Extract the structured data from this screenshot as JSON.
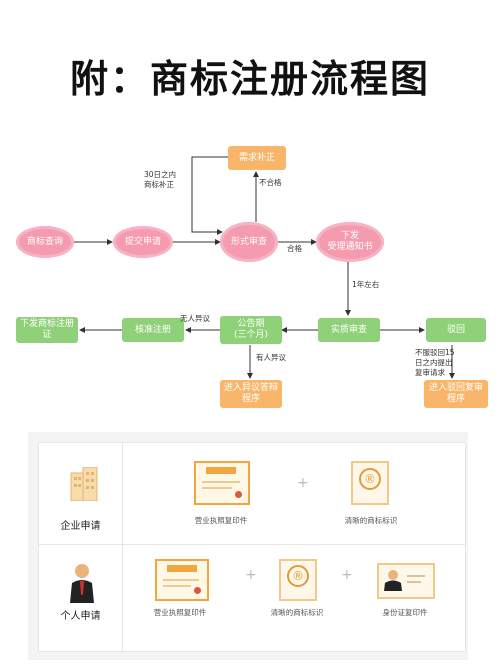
{
  "title": "附：商标注册流程图",
  "flow": {
    "nodes": {
      "search": "商标查询",
      "submit": "提交申请",
      "formal": "形式审查",
      "supplement": "需求补正",
      "notice": "下发\n受理通知书",
      "substantive": "实质审查",
      "publish": "公告期\n(三个月)",
      "approve": "核准注册",
      "certificate": "下发商标注册\n证",
      "reject": "驳回",
      "opposition": "进入异议答辩\n程序",
      "review": "进入驳回复审\n程序"
    },
    "notes": {
      "days30": "30日之内\n商标补正",
      "unqualified": "不合格",
      "qualified": "合格",
      "year": "1年左右",
      "no_objection": "无人异议",
      "has_objection": "有人异议",
      "appeal": "不服驳回15\n日之内提出\n复审请求"
    }
  },
  "requirements": {
    "enterprise": {
      "label": "企业申请",
      "docs": [
        "营业执照复印件",
        "清晰的商标标识"
      ]
    },
    "individual": {
      "label": "个人申请",
      "docs": [
        "营业执照复印件",
        "清晰的商标标识",
        "身份证复印件"
      ]
    },
    "plus": "+",
    "license_heading": "营业执照",
    "trademark_symbol": "®"
  },
  "colors": {
    "cloud": "#f49bb0",
    "green": "#8fd178",
    "orange": "#f9b56a"
  }
}
